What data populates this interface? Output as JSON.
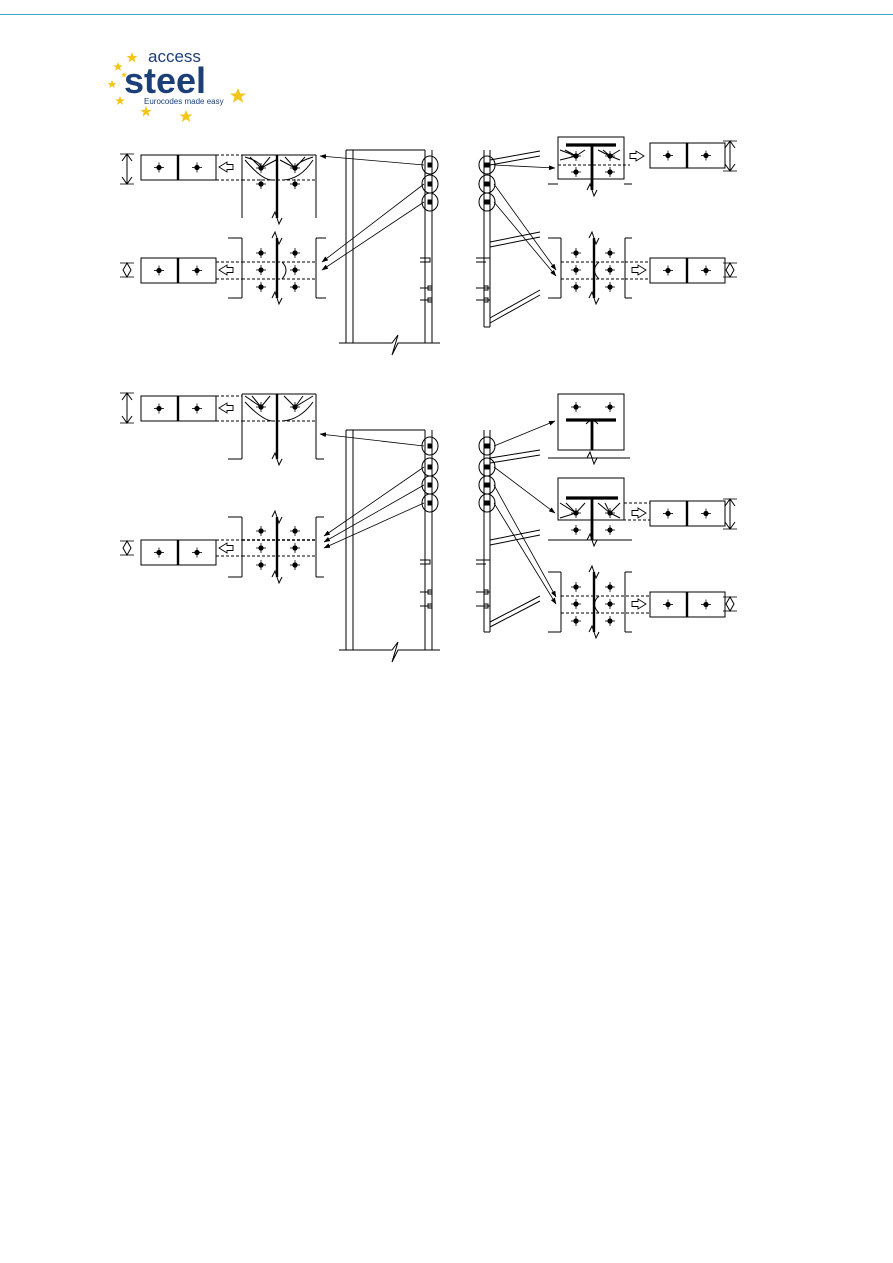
{
  "logo": {
    "word_top": "access",
    "word_main": "steel",
    "tagline": "Eurocodes made easy",
    "colors": {
      "navy": "#1d3f77",
      "star": "#f2c516",
      "accent": "#3aa6c9"
    }
  },
  "header": {
    "rule_color": "#3aa6c9"
  },
  "icons": [
    "star-icon",
    "dimension-arrow-icon",
    "open-arrow-icon",
    "break-line-icon",
    "bolt-icon"
  ]
}
